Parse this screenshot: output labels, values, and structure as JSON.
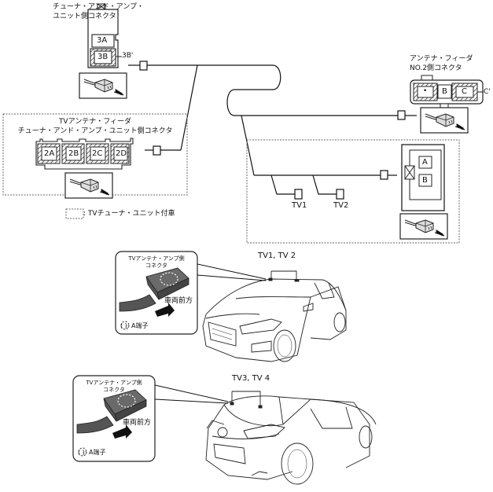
{
  "connectors": {
    "tuner_unit": {
      "title_line1": "チューナ・アンド・アンプ・",
      "title_line2": "ユニット側コネクタ",
      "pins": [
        "3A",
        "3B"
      ],
      "pin_ref": "3B'"
    },
    "tv_antenna_feeder": {
      "title_line1": "TVアンテナ・フィーダ",
      "title_line2": "チューナ・アンド・アンプ・ユニット側コネクタ",
      "pins": [
        "2A",
        "2B",
        "2C",
        "2D"
      ]
    },
    "antenna_feeder_no2": {
      "title_line1": "アンテナ・フィーダ",
      "title_line2": "NO.2側コネクタ",
      "pins": [
        "•",
        "B",
        "C"
      ],
      "pin_ref": "C'"
    },
    "tv_tuner_side": {
      "pins": [
        "A",
        "B"
      ],
      "branches": [
        "TV1",
        "TV2"
      ]
    }
  },
  "legend": {
    "dotted_box_meaning": ": TVチューナ・ユニット付車"
  },
  "vehicle_views": [
    {
      "id": "front",
      "callout_title_line1": "TVアンテナ・アンプ側",
      "callout_title_line2": "コネクタ",
      "direction_label": "車両前方",
      "terminal_note": "(   ): A端子",
      "antenna_label": "TV1, TV 2"
    },
    {
      "id": "rear",
      "callout_title_line1": "TVアンテナ・アンプ側",
      "callout_title_line2": "コネクタ",
      "direction_label": "車両前方",
      "terminal_note": "(   ): A端子",
      "antenna_label": "TV3, TV 4"
    }
  ]
}
